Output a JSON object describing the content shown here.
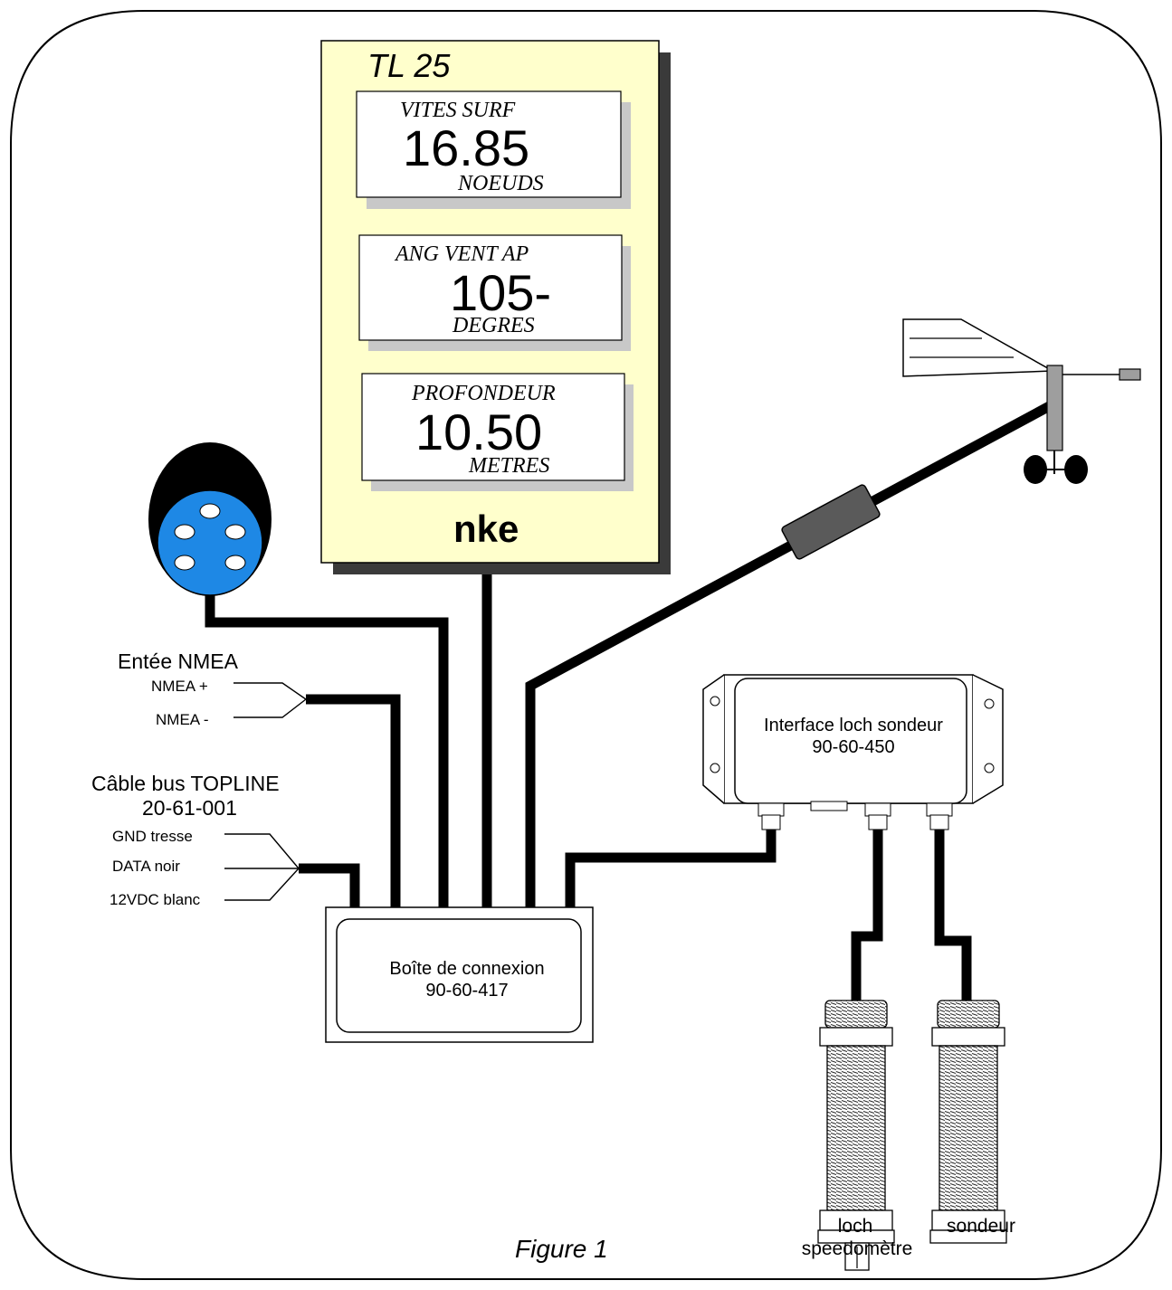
{
  "display": {
    "model": "TL 25",
    "brand": "nke",
    "screens": [
      {
        "label": "VITES  SURF",
        "value": "16.85",
        "unit": "NOEUDS"
      },
      {
        "label": "ANG VENT AP",
        "value": "105-",
        "unit": "DEGRES"
      },
      {
        "label": "PROFONDEUR",
        "value": "10.50",
        "unit": "METRES"
      }
    ]
  },
  "nmea": {
    "title": "Entée NMEA",
    "plus": "NMEA +",
    "minus": "NMEA -"
  },
  "bus": {
    "title_line1": "Câble bus TOPLINE",
    "title_line2": "20-61-001",
    "wires": [
      "GND tresse",
      "DATA noir",
      "12VDC blanc"
    ]
  },
  "junction_box": {
    "line1": "Boîte de connexion",
    "line2": "90-60-417"
  },
  "interface": {
    "line1": "Interface loch sondeur",
    "line2": "90-60-450"
  },
  "sensors": {
    "loch_line1": "loch",
    "loch_line2": "speedomètre",
    "sondeur": "sondeur"
  },
  "caption": "Figure 1",
  "colors": {
    "display_bg": "#ffffcc",
    "connector_blue": "#1e88e5",
    "cable": "#000000",
    "shadow": "#3a3a3a"
  }
}
